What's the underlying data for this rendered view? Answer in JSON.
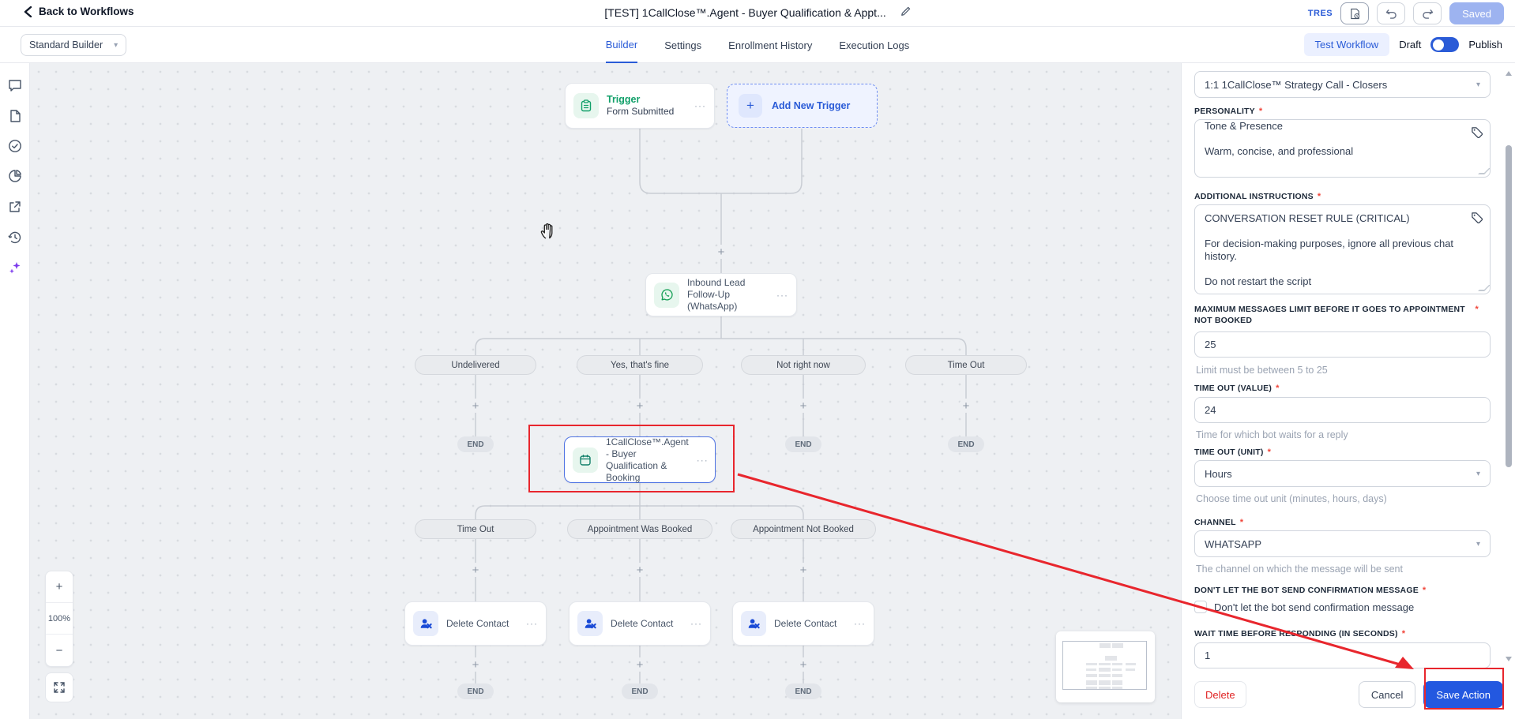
{
  "ui": {
    "required_mark": "*",
    "ellipsis": "···",
    "plus": "+",
    "minus": "−"
  },
  "header": {
    "back_label": "Back to Workflows",
    "title": "[TEST] 1CallClose™.Agent - Buyer Qualification & Appt...",
    "brand": "TRES",
    "saved_label": "Saved"
  },
  "toolbar": {
    "builder_select": "Standard Builder",
    "tabs": {
      "builder": "Builder",
      "settings": "Settings",
      "enrollment": "Enrollment History",
      "logs": "Execution Logs"
    },
    "test_workflow": "Test Workflow",
    "draft": "Draft",
    "publish": "Publish"
  },
  "canvas": {
    "trigger_title": "Trigger",
    "trigger_subtitle": "Form Submitted",
    "add_new_trigger": "Add New Trigger",
    "inbound_node": "Inbound Lead Follow-Up (WhatsApp)",
    "branch_undelivered": "Undelivered",
    "branch_yes": "Yes, that's fine",
    "branch_not_now": "Not right now",
    "branch_timeout": "Time Out",
    "selected_node": "1CallClose™.Agent - Buyer Qualification & Booking",
    "branch2_timeout": "Time Out",
    "branch2_booked": "Appointment Was Booked",
    "branch2_not_booked": "Appointment Not Booked",
    "delete_contact": "Delete Contact",
    "end_label": "END",
    "zoom_level": "100%"
  },
  "panel": {
    "calendar_value": "1:1 1CallClose™ Strategy Call - Closers",
    "personality_label": "PERSONALITY",
    "personality_value": "Tone & Presence\n\nWarm, concise, and professional",
    "instructions_label": "ADDITIONAL INSTRUCTIONS",
    "instructions_value": "CONVERSATION RESET RULE (CRITICAL)\n\nFor decision-making purposes, ignore all previous chat history.\n\nDo not restart the script",
    "max_messages_label": "MAXIMUM MESSAGES LIMIT BEFORE IT GOES TO APPOINTMENT NOT BOOKED",
    "max_messages_value": "25",
    "max_messages_help": "Limit must be between 5 to 25",
    "timeout_value_label": "TIME OUT (VALUE)",
    "timeout_value": "24",
    "timeout_value_help": "Time for which bot waits for a reply",
    "timeout_unit_label": "TIME OUT (UNIT)",
    "timeout_unit_value": "Hours",
    "timeout_unit_help": "Choose time out unit (minutes, hours, days)",
    "channel_label": "CHANNEL",
    "channel_value": "WHATSAPP",
    "channel_help": "The channel on which the message will be sent",
    "confirmation_label": "DON'T LET THE BOT SEND CONFIRMATION MESSAGE",
    "confirmation_checkbox": "Don't let the bot send confirmation message",
    "wait_time_label": "WAIT TIME BEFORE RESPONDING (IN SECONDS)",
    "wait_time_value": "1",
    "delete_label": "Delete",
    "cancel_label": "Cancel",
    "save_label": "Save Action"
  },
  "colors": {
    "accent": "#2a5bd7",
    "green": "#12a06a",
    "annotation_red": "#e8262d",
    "required_red": "#f04438"
  }
}
